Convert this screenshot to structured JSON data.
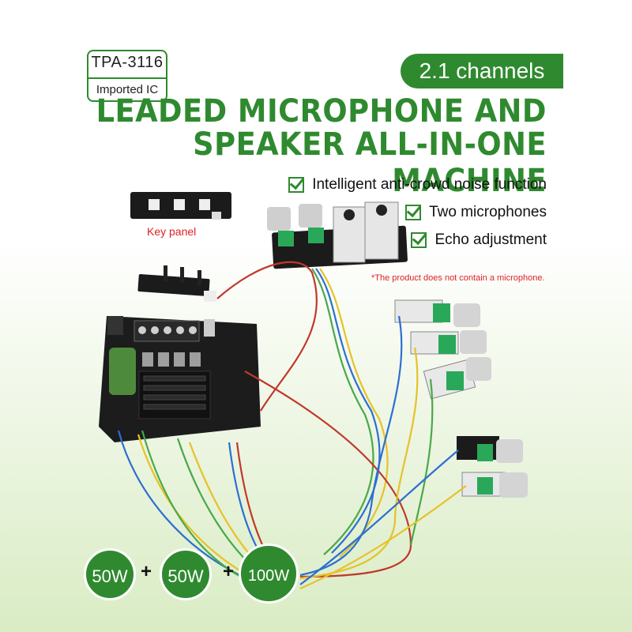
{
  "badge": {
    "ic_name": "TPA-3116",
    "ic_sub": "Imported IC"
  },
  "channels": "2.1 channels",
  "headline": {
    "line1": "LEADED MICROPHONE AND",
    "line2": "SPEAKER ALL-IN-ONE MACHINE"
  },
  "features": [
    "Intelligent anti-crowd noise function",
    "Two microphones",
    "Echo adjustment"
  ],
  "note": "*The product does not contain a microphone.",
  "key_panel_label": "Key panel",
  "power": {
    "left": "50W",
    "middle": "50W",
    "right": "100W",
    "plus": "+"
  },
  "colors": {
    "brand_green": "#2f8a2f",
    "accent_red": "#dd2222"
  }
}
